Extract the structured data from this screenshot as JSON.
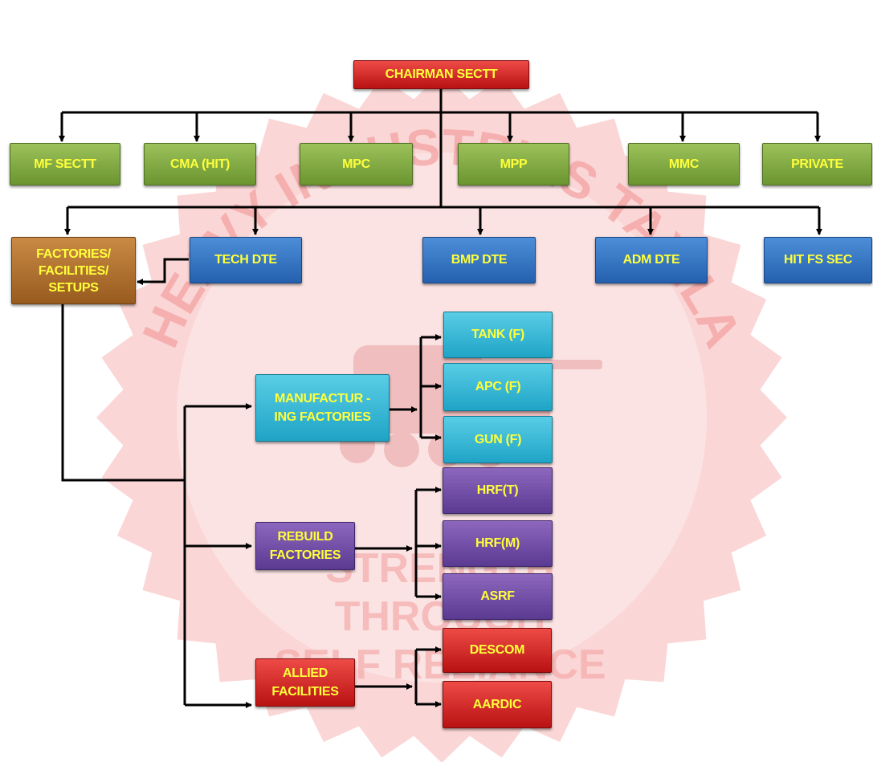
{
  "seal": {
    "top_text": "HEAVY INDUSTRIES TAXILA",
    "motto": [
      "STRENGTH",
      "THROUGH",
      "SELF RELIANCE"
    ],
    "color": "#f3a3a3"
  },
  "colors": {
    "red": "#c81e1e",
    "green": "#7fa640",
    "brown": "#b0712f",
    "blue": "#3573c2",
    "cyan": "#33b8d8",
    "purple": "#6f4ba6",
    "text": "#ffff3a",
    "line": "#000000"
  },
  "chart": {
    "root": "CHAIRMAN SECTT",
    "level1": [
      "MF SECTT",
      "CMA (HIT)",
      "MPC",
      "MPP",
      "MMC",
      "PRIVATE"
    ],
    "level2": {
      "factories": "FACTORIES/ FACILITIES/ SETUPS",
      "directorates": [
        "TECH DTE",
        "BMP DTE",
        "ADM DTE",
        "HIT FS SEC"
      ]
    },
    "groups": {
      "manufacturing": {
        "label": "MANUFACTUR -ING FACTORIES",
        "items": [
          "TANK (F)",
          "APC (F)",
          "GUN (F)"
        ]
      },
      "rebuild": {
        "label": "REBUILD FACTORIES",
        "items": [
          "HRF(T)",
          "HRF(M)",
          "ASRF"
        ]
      },
      "allied": {
        "label": "ALLIED FACILITIES",
        "items": [
          "DESCOM",
          "AARDIC"
        ]
      }
    }
  }
}
